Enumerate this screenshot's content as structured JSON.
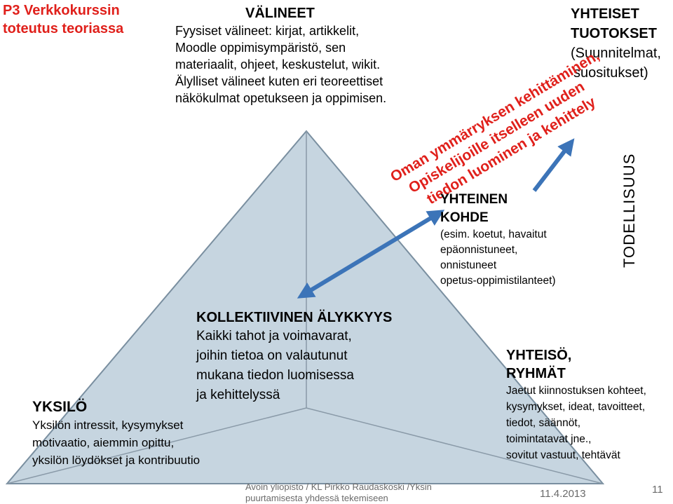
{
  "title": {
    "line1": "P3 Verkkokurssin",
    "line2": "toteutus teoriassa"
  },
  "valineet": {
    "heading": "VÄLINEET",
    "lines": [
      "Fyysiset välineet: kirjat, artikkelit,",
      "Moodle oppimisympäristö, sen",
      "materiaalit, ohjeet, keskustelut, wikit.",
      "Älylliset  välineet kuten  eri teoreettiset",
      "näkökulmat  opetukseen ja oppimisen."
    ]
  },
  "yhteiset_tuotokset": {
    "line1": "YHTEISET",
    "line2": "TUOTOKSET",
    "line3": "(Suunnitelmat,",
    "line4": "suositukset)"
  },
  "red_note": {
    "line1": "Oman ymmärryksen kehittäminen,",
    "line2": "Opiskelijoille itselleen uuden",
    "line3": "tiedon luominen ja kehittely"
  },
  "yhteinen_kohde": {
    "heading1": "YHTEINEN",
    "heading2": "KOHDE",
    "lines": [
      "(esim. koetut, havaitut",
      "epäonnistuneet,",
      "onnistuneet",
      "opetus-oppimistilanteet)"
    ]
  },
  "todellisuus": "TODELLISUUS",
  "kollektiivinen": {
    "heading": "KOLLEKTIIVINEN ÄLYKKYYS",
    "lines": [
      "Kaikki tahot ja voimavarat,",
      "joihin tietoa on valautunut",
      "mukana tiedon luomisessa",
      "ja kehittelyssä"
    ]
  },
  "yksilo": {
    "heading": "YKSILÖ",
    "lines": [
      "Yksilön intressit, kysymykset",
      "motivaatio, aiemmin opittu,",
      "yksilön löydökset ja kontribuutio"
    ]
  },
  "yhteiso": {
    "heading1": "YHTEISÖ,",
    "heading2": "RYHMÄT",
    "lines": [
      "Jaetut kiinnostuksen kohteet,",
      "kysymykset,  ideat,  tavoitteet,",
      "tiedot, säännöt,",
      "toimintatavat jne.,",
      "sovitut vastuut, tehtävät"
    ]
  },
  "footer": {
    "credit_line1": "Avoin yliopisto / KL Pirkko Raudaskoski /Yksin",
    "credit_line2": "puurtamisesta yhdessä tekemiseen",
    "date": "11.4.2013",
    "page_number": "11"
  },
  "colors": {
    "title_red": "#e0201b",
    "triangle_fill": "#c6d5e0",
    "triangle_stroke": "#7a8fa0",
    "arrow_blue": "#3c74b8"
  }
}
